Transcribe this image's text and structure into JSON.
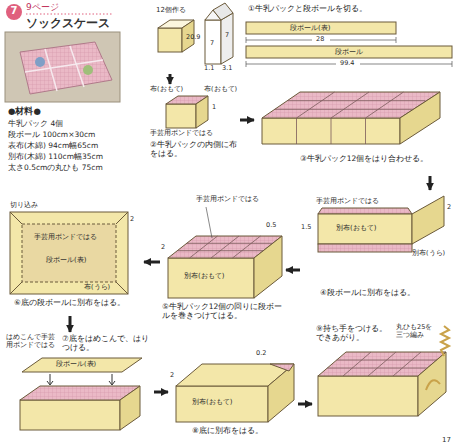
{
  "diagram": {
    "title": "ソックスケース",
    "nodes": [
      {
        "text": [
          "①牛乳パックと段ボールを切る。"
        ]
      },
      {
        "text": [
          "②牛乳パックの内側に布をはる。"
        ]
      },
      {
        "text": [
          "③牛乳パック12個をはり合わせる。"
        ]
      },
      {
        "text": [
          "④段ボールに別布をはる。"
        ]
      },
      {
        "text": [
          "⑤牛乳パック12個の回りに段ボールを巻きつけてはる。"
        ]
      },
      {
        "text": [
          "⑥底の段ボールに別布をはる。"
        ]
      },
      {
        "text": [
          "⑦底をはめこんで、はりつける。"
        ]
      },
      {
        "text": [
          "⑧底に別布をはる。"
        ]
      },
      {
        "text": [
          "⑨持ち手をつける。できあがり。"
        ]
      }
    ],
    "edges": [
      {
        "from": 0,
        "to": 1,
        "arrow": "to"
      },
      {
        "from": 1,
        "to": 2,
        "arrow": "to"
      },
      {
        "from": 2,
        "to": 3,
        "arrow": "to"
      },
      {
        "from": 3,
        "to": 4,
        "arrow": "to"
      },
      {
        "from": 4,
        "to": 5,
        "arrow": "to"
      },
      {
        "from": 5,
        "to": 6,
        "arrow": "to"
      },
      {
        "from": 6,
        "to": 7,
        "arrow": "to"
      },
      {
        "from": 7,
        "to": 8,
        "arrow": "to"
      }
    ],
    "labels": [
      "7",
      "9ページ",
      "●材料●",
      "牛乳パック 4個",
      "段ボール 100cm×30cm",
      "表布(木綿) 94cm幅65cm",
      "別布(木綿) 110cm幅35cm",
      "太さ0.5cmの丸ひも 75cm",
      "12個作る",
      "20.9",
      "7",
      "7",
      "1.1",
      "3.1",
      "段ボール(表)",
      "28",
      "段ボール",
      "99.4",
      "布(おもて)",
      "布(おもて)",
      "1",
      "手芸用ボンドではる",
      "手芸用ボンドではる",
      "1.5",
      "別布(おもて)",
      "別布(うら)",
      "2",
      "手芸用ボンドではる",
      "0.5",
      "2",
      "別布(おもて)",
      "切り込み",
      "2",
      "手芸用ボンドではる",
      "段ボール(表)",
      "布(うら)",
      "はめこんで手芸用ボンドではる",
      "段ボール(表)",
      "別布(おもて)",
      "0.2",
      "2",
      "丸ひも25を三つ編み",
      "17"
    ]
  }
}
